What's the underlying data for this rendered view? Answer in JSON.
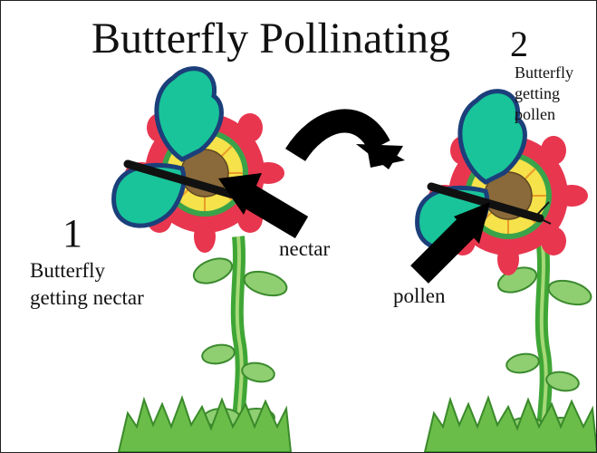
{
  "title": "Butterfly Pollinating",
  "step1": {
    "number": "1",
    "caption": "Butterfly\ngetting nectar",
    "arrow_label": "nectar"
  },
  "step2": {
    "number": "2",
    "caption": "Butterfly\ngetting\npollen",
    "arrow_label": "pollen"
  },
  "colors": {
    "wing": "#19c49a",
    "wing_outline": "#1b3f7a",
    "petal_red": "#e8364f",
    "petal_yellow": "#f6e24a",
    "flower_center": "#8a6a3a",
    "stem": "#3fa636",
    "leaf": "#7ec36b",
    "arrow": "#000000"
  }
}
